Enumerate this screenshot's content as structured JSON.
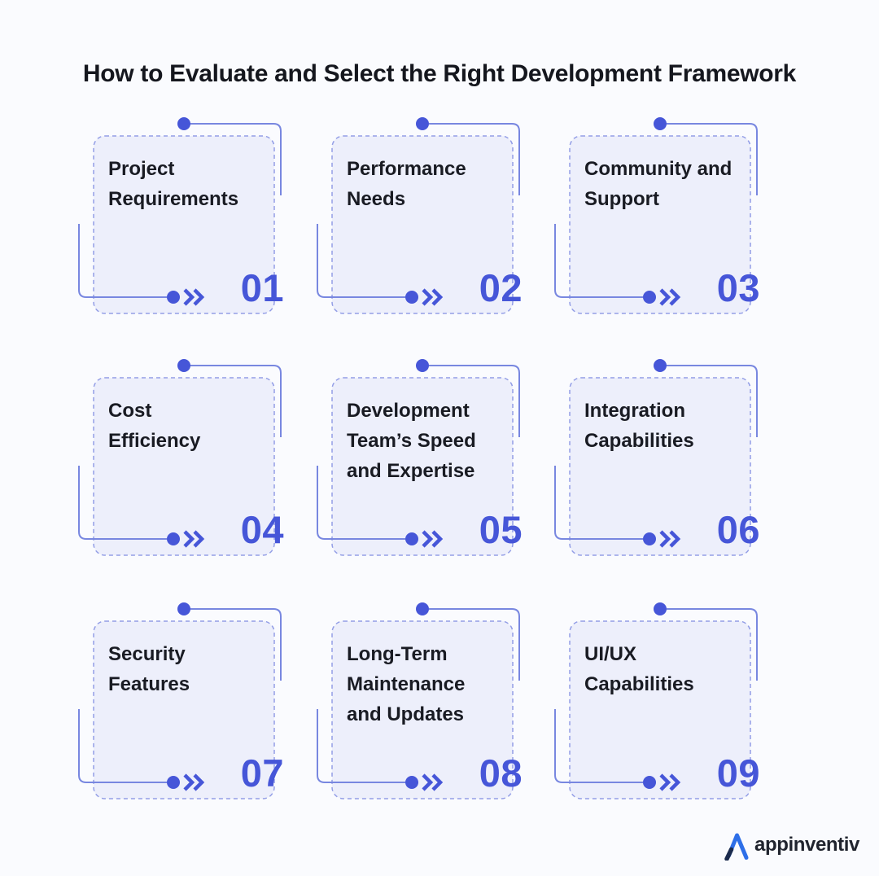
{
  "page": {
    "title": "How to Evaluate and Select the Right Development Framework"
  },
  "colors": {
    "background": "#fafbfe",
    "card_background": "#edeffb",
    "dashed_border": "#939ee6",
    "connector_line": "#7887e0",
    "accent_blue": "#4656d8",
    "title_text": "#15171e",
    "label_text": "#191b23",
    "logo_blue": "#2e6fe8",
    "logo_navy": "#1b2b4d"
  },
  "cards": [
    {
      "number": "01",
      "label": "Project Requirements",
      "lines": [
        "Project",
        "Requirements"
      ]
    },
    {
      "number": "02",
      "label": "Performance Needs",
      "lines": [
        "Performance",
        "Needs"
      ]
    },
    {
      "number": "03",
      "label": "Community and Support",
      "lines": [
        "Community and",
        "Support"
      ]
    },
    {
      "number": "04",
      "label": "Cost Efficiency",
      "lines": [
        "Cost",
        "Efficiency"
      ]
    },
    {
      "number": "05",
      "label": "Development Team’s Speed and Expertise",
      "lines": [
        "Development",
        "Team’s Speed",
        "and Expertise"
      ]
    },
    {
      "number": "06",
      "label": "Integration Capabilities",
      "lines": [
        "Integration",
        "Capabilities"
      ]
    },
    {
      "number": "07",
      "label": "Security Features",
      "lines": [
        "Security",
        "Features"
      ]
    },
    {
      "number": "08",
      "label": "Long-Term Maintenance and Updates",
      "lines": [
        "Long-Term",
        "Maintenance",
        "and Updates"
      ]
    },
    {
      "number": "09",
      "label": "UI/UX Capabilities",
      "lines": [
        "UI/UX",
        "Capabilities"
      ]
    }
  ],
  "logo": {
    "text": "appinventiv"
  }
}
